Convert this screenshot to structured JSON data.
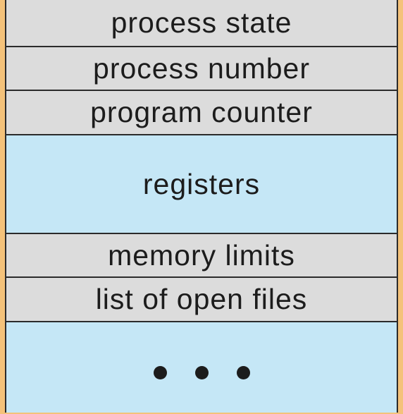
{
  "pcb": {
    "fields": {
      "process_state": "process state",
      "process_number": "process number",
      "program_counter": "program counter",
      "registers": "registers",
      "memory_limits": "memory limits",
      "open_files": "list of open files"
    },
    "ellipsis_dot_count": 3
  },
  "colors": {
    "gray_field": "#dcdcdc",
    "blue_field": "#c5e7f6",
    "border": "#2b2b2b",
    "frame": "#f4c27a"
  }
}
